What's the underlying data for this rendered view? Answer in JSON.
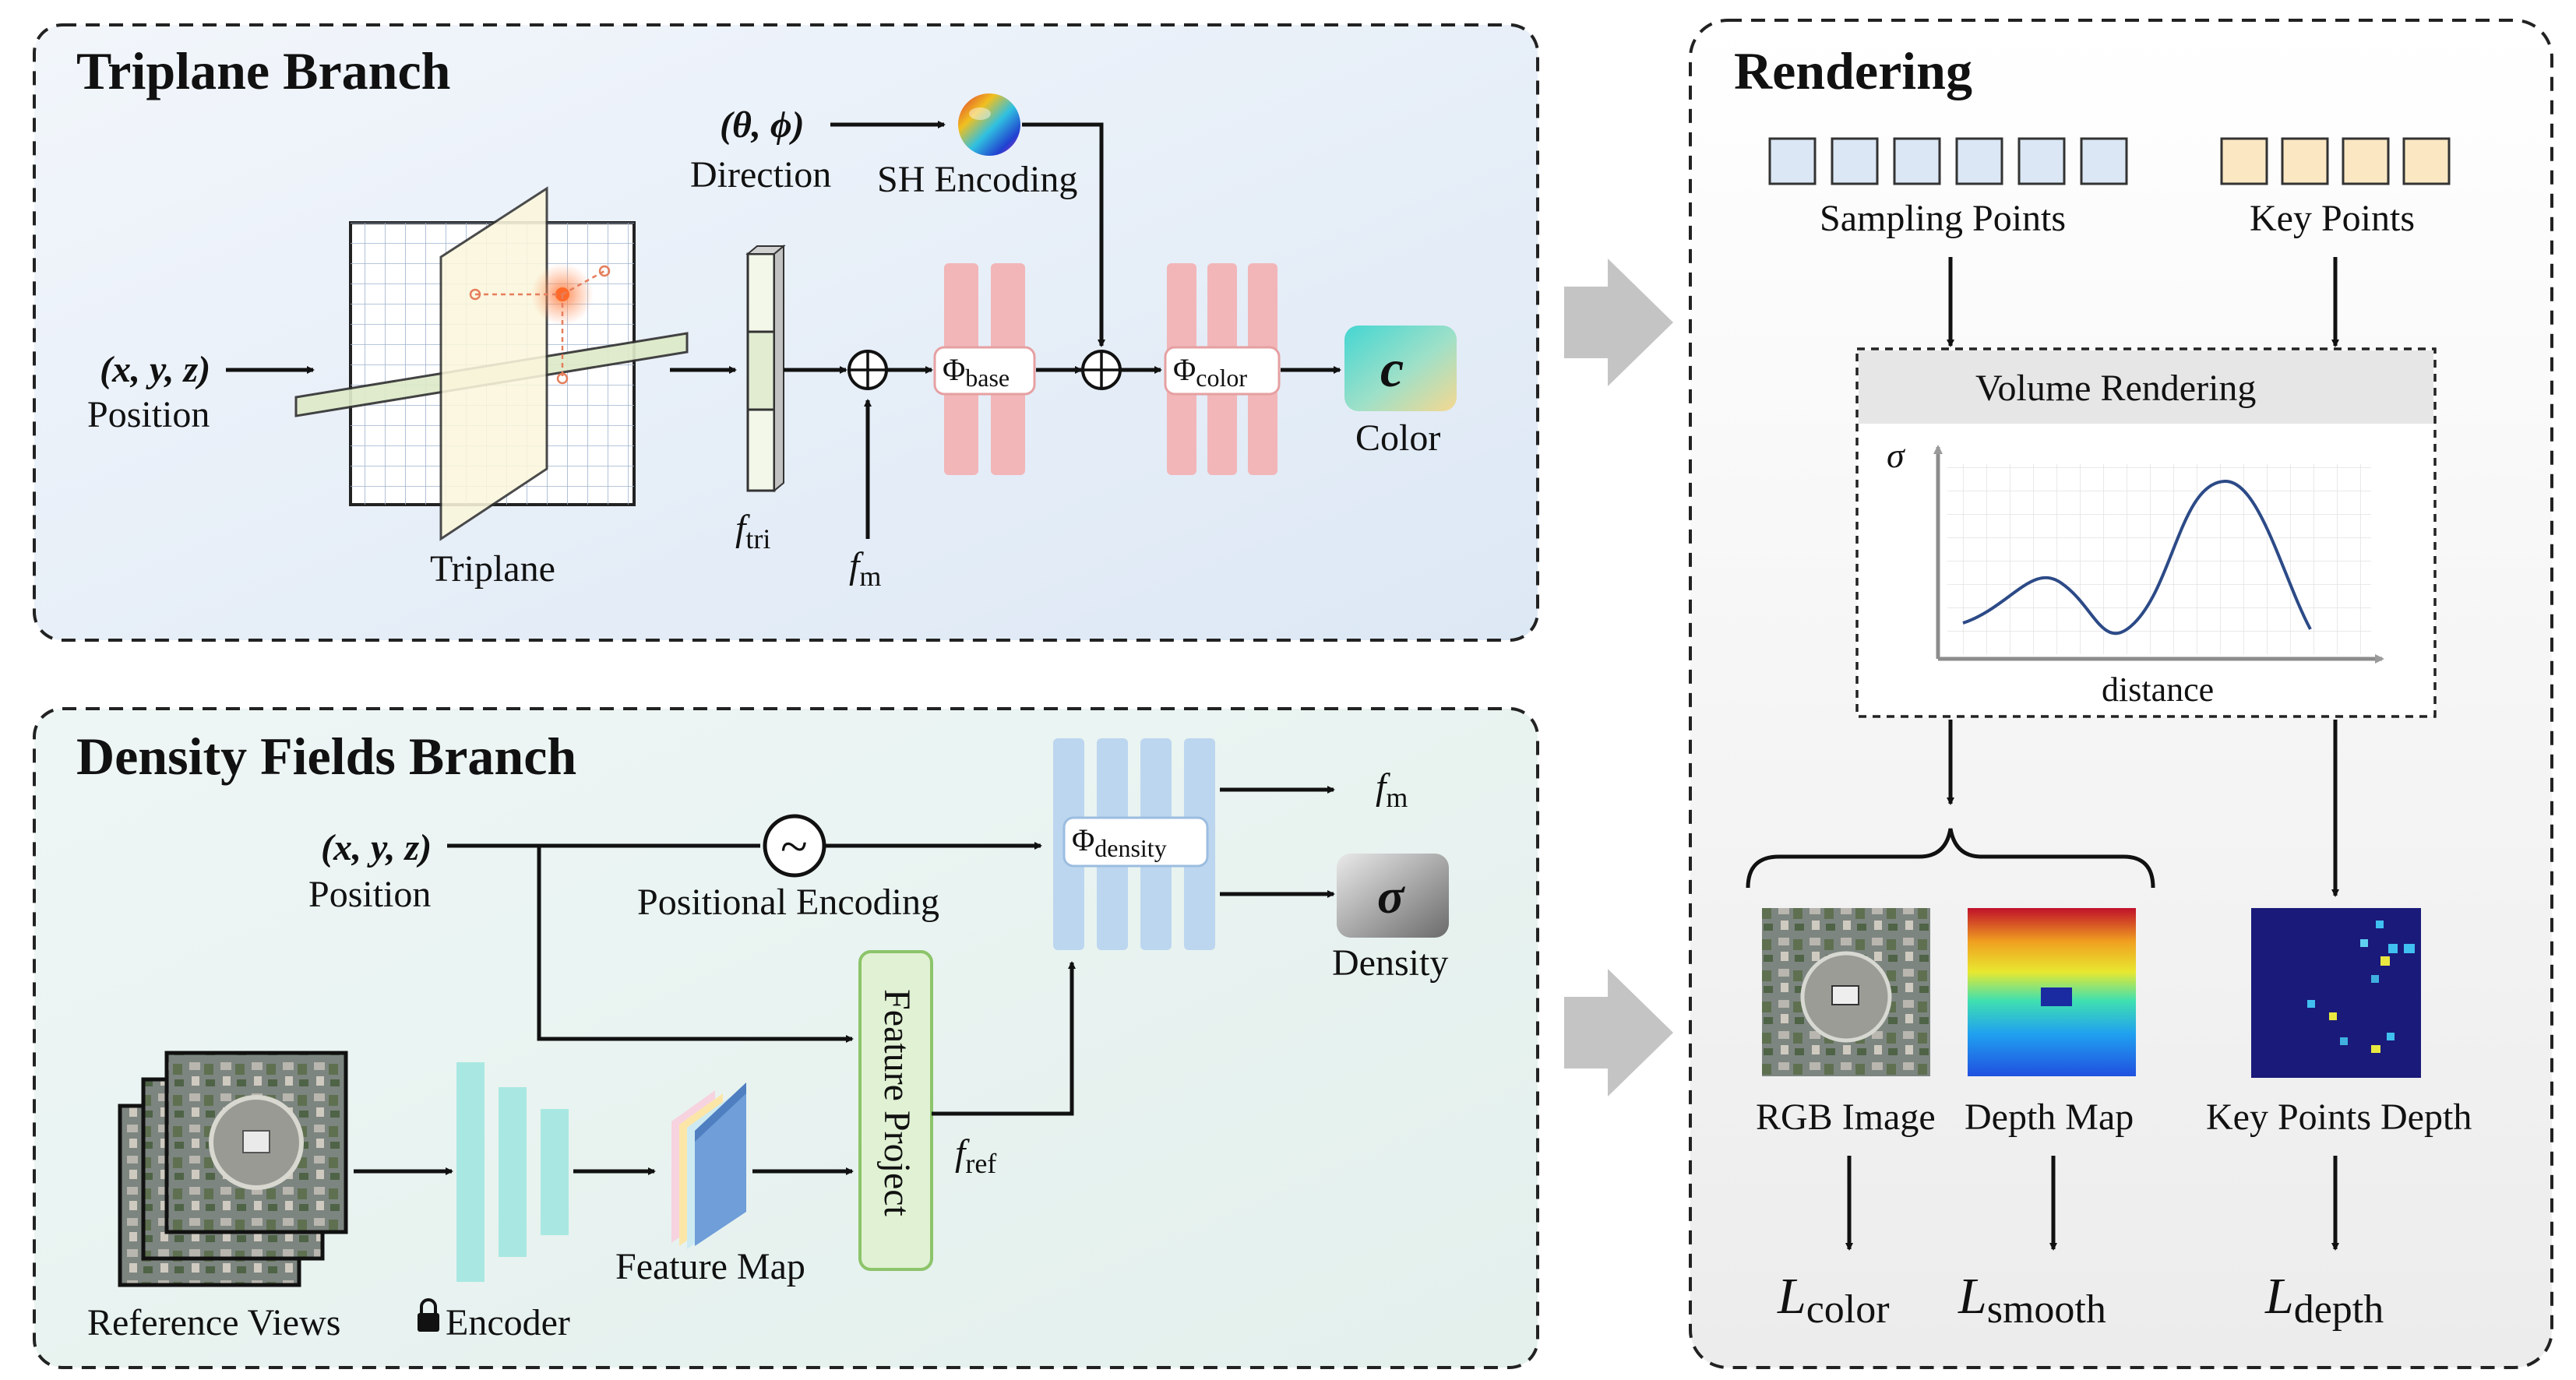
{
  "triplane": {
    "title": "Triplane Branch",
    "position_coords": "(x, y, z)",
    "position_label": "Position",
    "triplane_label": "Triplane",
    "direction_coords": "(θ, ϕ)",
    "direction_label": "Direction",
    "sh_label": "SH Encoding",
    "f_tri": "f",
    "f_tri_sub": "tri",
    "f_m": "f",
    "f_m_sub": "m",
    "phi_base": "Φ",
    "phi_base_sub": "base",
    "phi_color": "Φ",
    "phi_color_sub": "color",
    "color_symbol": "c",
    "color_label": "Color"
  },
  "density": {
    "title": "Density Fields Branch",
    "position_coords": "(x, y, z)",
    "position_label": "Position",
    "pe_label": "Positional Encoding",
    "pe_symbol": "~",
    "phi_density": "Φ",
    "phi_density_sub": "density",
    "f_m": "f",
    "f_m_sub": "m",
    "sigma_symbol": "σ",
    "density_label": "Density",
    "ref_views_label": "Reference Views",
    "encoder_label": "Encoder",
    "feature_map_label": "Feature Map",
    "feature_project_label": "Feature Project",
    "f_ref": "f",
    "f_ref_sub": "ref"
  },
  "rendering": {
    "title": "Rendering",
    "sampling_label": "Sampling Points",
    "keypoints_label": "Key Points",
    "volume_label": "Volume Rendering",
    "sigma_axis": "σ",
    "distance_axis": "distance",
    "rgb_label": "RGB Image",
    "depth_label": "Depth Map",
    "kpd_label": "Key Points Depth",
    "loss_color": "L",
    "loss_color_sub": "color",
    "loss_smooth": "L",
    "loss_smooth_sub": "smooth",
    "loss_depth": "L",
    "loss_depth_sub": "depth"
  },
  "colors": {
    "triplane_bg": "#e6eef8",
    "density_bg": "#e7f2f0",
    "rendering_bg": "#f4f4f4",
    "mlp_red": "#f2b6b8",
    "mlp_blue": "#bcd6ef",
    "encoder_teal": "#a9e8e2",
    "sampling_fill": "#dbe7f4",
    "keypoint_fill": "#fbe8c3",
    "curve": "#2c4a87"
  }
}
